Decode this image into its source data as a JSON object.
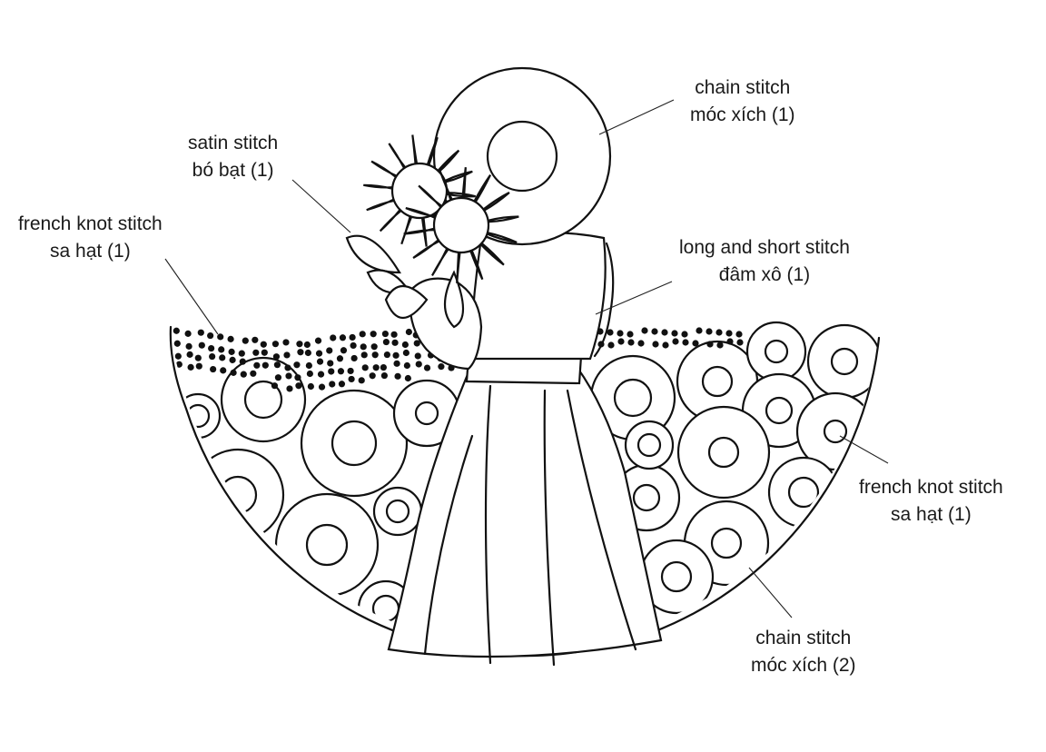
{
  "labels": {
    "chain_top": {
      "line1": "chain stitch",
      "line2": "móc xích (1)"
    },
    "satin": {
      "line1": "satin stitch",
      "line2": "bó bạt (1)"
    },
    "french_left": {
      "line1": "french knot stitch",
      "line2": "sa hạt (1)"
    },
    "long_short": {
      "line1": "long and short stitch",
      "line2": "đâm xô (1)"
    },
    "french_right": {
      "line1": "french knot stitch",
      "line2": "sa hạt (1)"
    },
    "chain_bottom": {
      "line1": "chain stitch",
      "line2": "móc xích (2)"
    }
  },
  "colors": {
    "ink": "#111111",
    "paper": "#ffffff",
    "text": "#1a1a1a"
  }
}
